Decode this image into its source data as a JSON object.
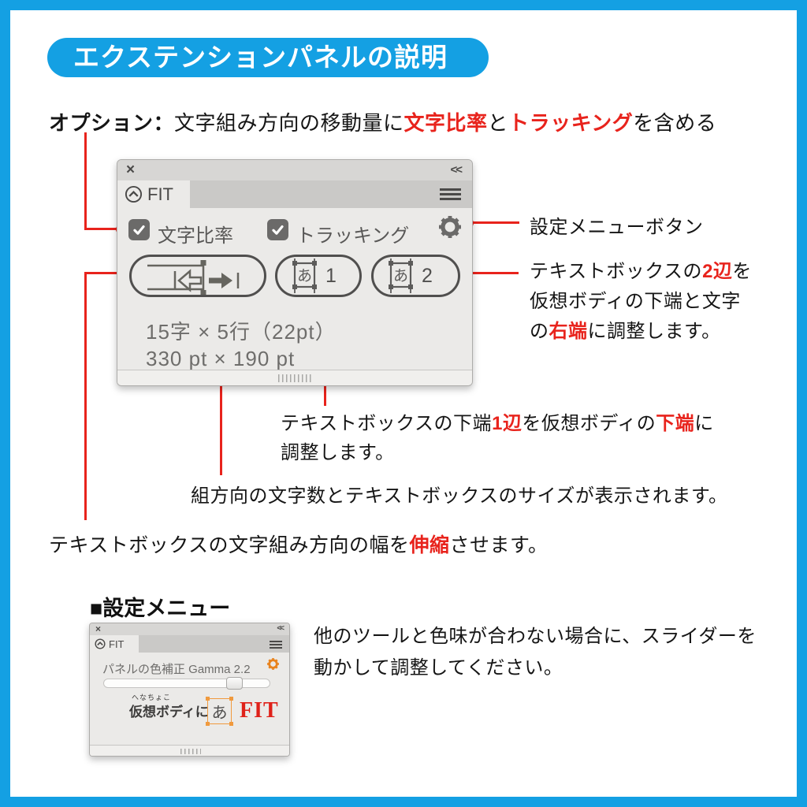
{
  "banner": {
    "title": "エクステンションパネルの説明"
  },
  "colors": {
    "accent_blue": "#14A0E3",
    "accent_red": "#E8231C",
    "panel_gray": "#EBEAE8",
    "orange_accent": "#F09A3E",
    "fit_logo_red": "#DF2119"
  },
  "option": {
    "label": "オプション：",
    "seg1": "文字組み方向の移動量に",
    "red1": "文字比率",
    "seg2": "と",
    "red2": "トラッキング",
    "seg3": "を含める"
  },
  "fit_panel": {
    "close": "×",
    "collapse": "<<",
    "tab": "FIT",
    "checkbox1": "文字比率",
    "checkbox2": "トラッキング",
    "glyph": "あ",
    "btn2_num": "1",
    "btn3_num": "2",
    "info1": "15字 × 5行（22pt）",
    "info2": "330 pt × 190 pt"
  },
  "annotations": {
    "settings_button": "設定メニューボタン",
    "two_edges": {
      "l1_pre": "テキストボックスの",
      "l1_red": "2辺",
      "l1_post": "を",
      "l2": "仮想ボディの下端と文字",
      "l3_pre": "の",
      "l3_red": "右端",
      "l3_post": "に調整します。"
    },
    "one_edge": {
      "l1_pre": "テキストボックスの下端",
      "l1_red": "1辺",
      "l1_mid": "を仮想ボディの",
      "l1_red2": "下端",
      "l1_post": "に",
      "l2": "調整します。"
    },
    "size_info": "組方向の文字数とテキストボックスのサイズが表示されます。",
    "stretch_pre": "テキストボックスの文字組み方向の幅を",
    "stretch_red": "伸縮",
    "stretch_post": "させます。"
  },
  "settings": {
    "heading": "■設定メニュー",
    "desc1": "他のツールと色味が合わない場合に、スライダーを",
    "desc2": "動かして調整してください。",
    "panel": {
      "close": "×",
      "collapse": "<<",
      "tab": "FIT",
      "gamma": "パネルの色補正 Gamma 2.2",
      "slider_percent": 81,
      "ruby": "へなちょこ",
      "text": "仮想ボディに",
      "glyph": "あ",
      "fit": "FIT"
    }
  }
}
